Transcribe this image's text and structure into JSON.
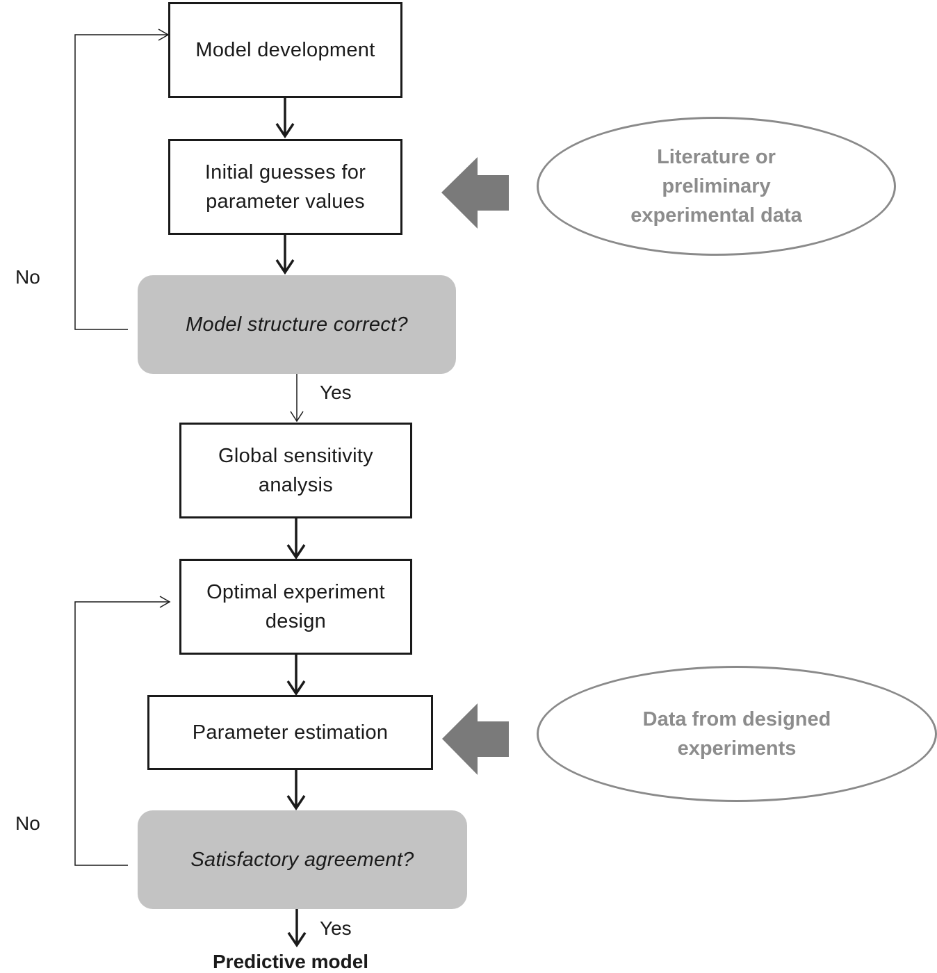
{
  "steps": {
    "model_development": "Model development",
    "initial_guesses_line1": "Initial guesses for",
    "initial_guesses_line2": "parameter values",
    "gsa_line1": "Global sensitivity",
    "gsa_line2": "analysis",
    "oed_line1": "Optimal experiment",
    "oed_line2": "design",
    "parameter_estimation": "Parameter estimation"
  },
  "decisions": {
    "model_structure": "Model structure correct?",
    "satisfactory": "Satisfactory agreement?"
  },
  "inputs": {
    "literature_line1": "Literature or",
    "literature_line2": "preliminary",
    "literature_line3": "experimental data",
    "designed_line1": "Data from designed",
    "designed_line2": "experiments"
  },
  "branch_labels": {
    "no_top": "No",
    "yes_top": "Yes",
    "no_bottom": "No",
    "yes_bottom": "Yes"
  },
  "output": {
    "label": "Predictive model"
  },
  "colors": {
    "stroke": "#1a1a1a",
    "decision_fill": "#c3c3c3",
    "input_arrow": "#7a7a7a",
    "input_text": "#8c8c8c"
  }
}
